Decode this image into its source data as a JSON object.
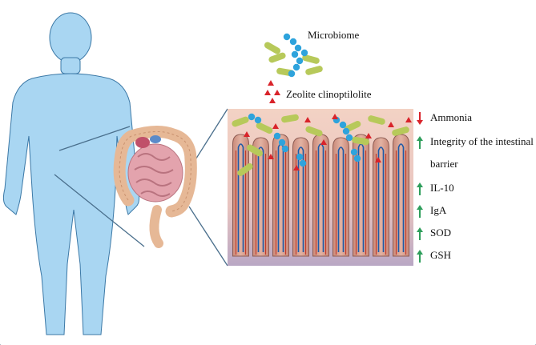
{
  "labels": {
    "microbiome": "Microbiome",
    "zeolite": "Zeolite clinoptilolite"
  },
  "effects": [
    {
      "text": "Ammonia",
      "direction": "down",
      "color": "#d9232a"
    },
    {
      "text": "Integrity of the intestinal",
      "direction": "up",
      "color": "#2e9e5b"
    },
    {
      "text": "barrier",
      "direction": "none",
      "color": ""
    },
    {
      "text": "IL-10",
      "direction": "up",
      "color": "#2e9e5b"
    },
    {
      "text": "IgA",
      "direction": "up",
      "color": "#2e9e5b"
    },
    {
      "text": "SOD",
      "direction": "up",
      "color": "#2e9e5b"
    },
    {
      "text": "GSH",
      "direction": "up",
      "color": "#2e9e5b"
    }
  ],
  "colors": {
    "body": "#a9d6f2",
    "frame": "#1f3d5c",
    "bacteria_blue": "#2ea3dc",
    "bacteria_green": "#b7c95a",
    "zeolite_red": "#d9232a",
    "mucosa_top": "#f3d2c4",
    "mucosa_bottom": "#b9a7c4",
    "connector": "#4a6f8c"
  },
  "icons": {
    "human": "human-silhouette-icon",
    "intestine": "intestine-icon",
    "villi": "intestinal-villi-icon"
  }
}
